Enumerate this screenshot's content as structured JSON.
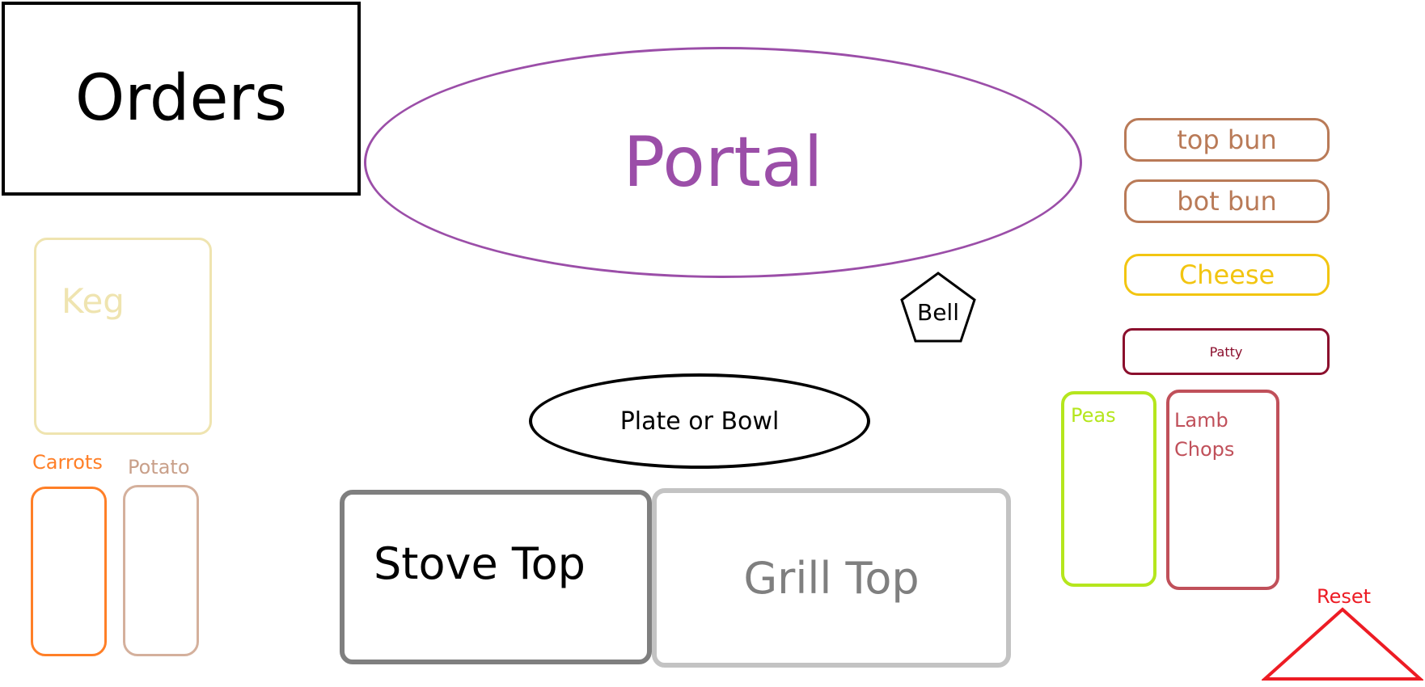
{
  "orders": {
    "label": "Orders"
  },
  "portal": {
    "label": "Portal"
  },
  "bell": {
    "label": "Bell"
  },
  "ingredients": {
    "top_bun": "top bun",
    "bot_bun": "bot bun",
    "cheese": "Cheese",
    "patty": "Patty",
    "peas": "Peas",
    "lamb_chops": "Lamb Chops"
  },
  "keg": {
    "label": "Keg"
  },
  "carrots": {
    "label": "Carrots"
  },
  "potato": {
    "label": "Potato"
  },
  "plate": {
    "label": "Plate or Bowl"
  },
  "stove": {
    "label": "Stove Top"
  },
  "grill": {
    "label": "Grill Top"
  },
  "reset": {
    "label": "Reset"
  },
  "colors": {
    "portal": "#9b4ea8",
    "bun": "#b97a57",
    "cheese": "#f2c511",
    "patty": "#8b0f2d",
    "peas": "#b5e61d",
    "lamb_chops": "#c0505a",
    "keg": "#efe4b0",
    "carrots": "#ff7f27",
    "potato": "#d4b09c",
    "stove": "#7f7f7f",
    "grill": "#c3c3c3",
    "reset": "#ed1c24"
  }
}
